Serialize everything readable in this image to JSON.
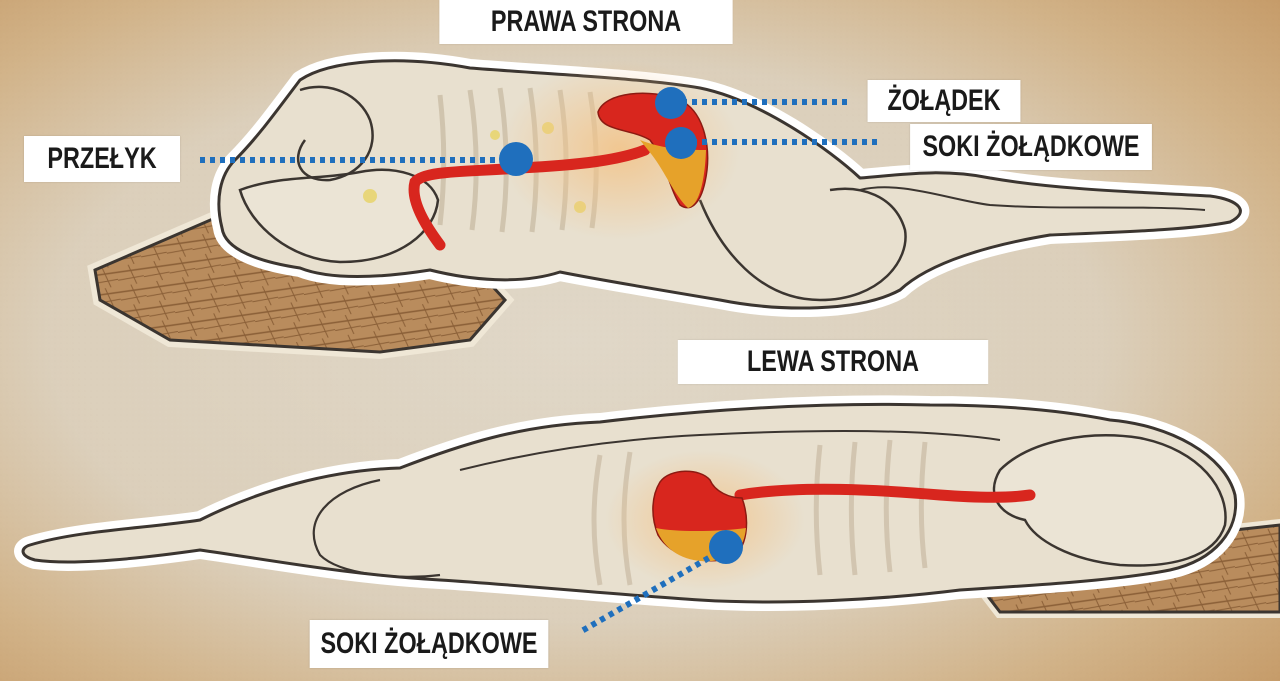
{
  "labels": {
    "right_side": "PRAWA STRONA",
    "left_side": "LEWA STRONA",
    "stomach": "ŻOŁĄDEK",
    "esophagus": "PRZEŁYK",
    "gastric_juices_top": "SOKI ŻOŁĄDKOWE",
    "gastric_juices_bottom": "SOKI ŻOŁĄDKOWE"
  },
  "colors": {
    "background": "#c9a77a",
    "silhouette_fill": "#e9e2d3",
    "outline": "#3b3530",
    "pillow": "#b08358",
    "stomach_red": "#d8261e",
    "gastric_juice_orange": "#e6a22a",
    "marker_blue": "#1f6fbd",
    "label_bg": "#ffffff"
  },
  "icons": {
    "marker": "circle-marker-icon"
  }
}
